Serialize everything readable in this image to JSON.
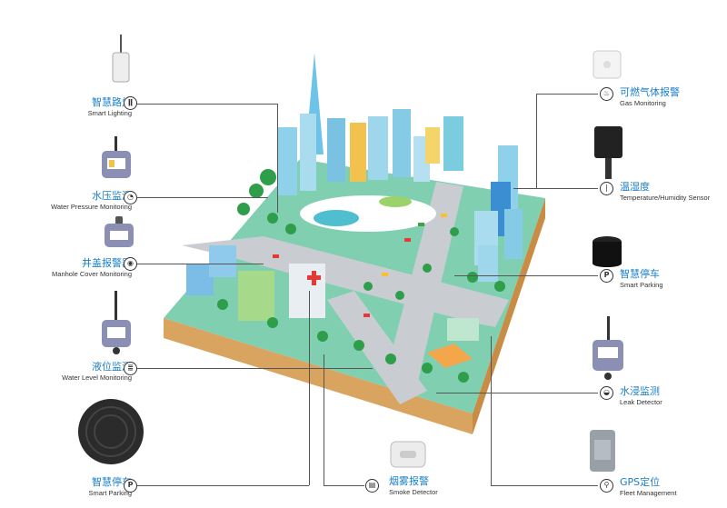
{
  "left": [
    {
      "zh": "智慧路灯",
      "en": "Smart Lighting",
      "icon": "street-light-icon",
      "glyph": "ǁ"
    },
    {
      "zh": "水压监测",
      "en": "Water Pressure Monitoring",
      "icon": "pressure-gauge-icon",
      "glyph": "◔"
    },
    {
      "zh": "井盖报警器",
      "en": "Manhole Cover Monitoring",
      "icon": "manhole-icon",
      "glyph": "◉"
    },
    {
      "zh": "液位监测",
      "en": "Water Level Monitoring",
      "icon": "water-level-icon",
      "glyph": "≣"
    },
    {
      "zh": "智慧停车",
      "en": "Smart Parking",
      "icon": "parking-icon",
      "glyph": "P"
    }
  ],
  "right": [
    {
      "zh": "可燃气体报警",
      "en": "Gas Monitoring",
      "icon": "flame-icon",
      "glyph": "♨"
    },
    {
      "zh": "温湿度",
      "en": "Temperature/Humidity Sensor",
      "icon": "thermometer-icon",
      "glyph": "❘"
    },
    {
      "zh": "智慧停车",
      "en": "Smart Parking",
      "icon": "parking-icon",
      "glyph": "P"
    },
    {
      "zh": "水浸监测",
      "en": "Leak Detector",
      "icon": "leak-icon",
      "glyph": "◒"
    },
    {
      "zh": "GPS定位",
      "en": "Fleet Management",
      "icon": "gps-pin-icon",
      "glyph": "⚲"
    }
  ],
  "bottom": {
    "zh": "烟雾报警",
    "en": "Smoke Detector",
    "icon": "smoke-detector-icon",
    "glyph": "▤"
  },
  "colors": {
    "accent": "#1a7fc8",
    "ground": "#7fcfb0",
    "road": "#c9cdd2",
    "soil": "#d9a45f"
  }
}
